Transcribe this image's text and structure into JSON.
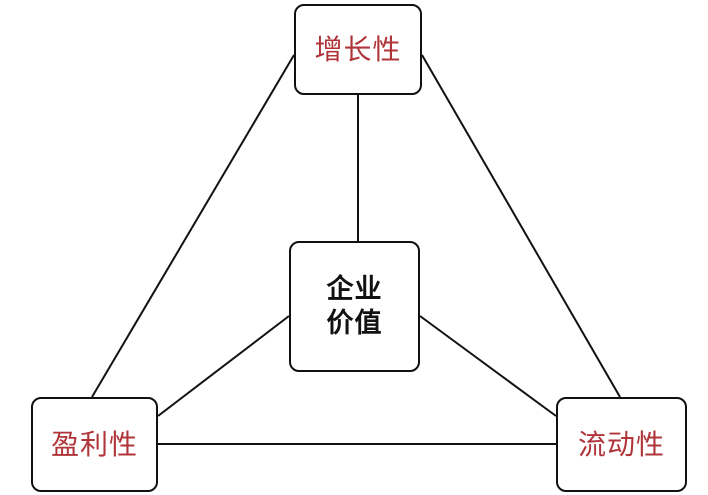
{
  "diagram": {
    "nodes": {
      "top": {
        "label": "增长性",
        "color": "#b0353a"
      },
      "center": {
        "line1": "企业",
        "line2": "价值",
        "color": "#111111"
      },
      "left": {
        "label": "盈利性",
        "color": "#b0353a"
      },
      "right": {
        "label": "流动性",
        "color": "#b0353a"
      }
    },
    "edges": [
      {
        "from": "top",
        "to": "center"
      },
      {
        "from": "top",
        "to": "left"
      },
      {
        "from": "top",
        "to": "right"
      },
      {
        "from": "center",
        "to": "left"
      },
      {
        "from": "center",
        "to": "right"
      },
      {
        "from": "left",
        "to": "right"
      }
    ],
    "line_color": "#111111"
  }
}
